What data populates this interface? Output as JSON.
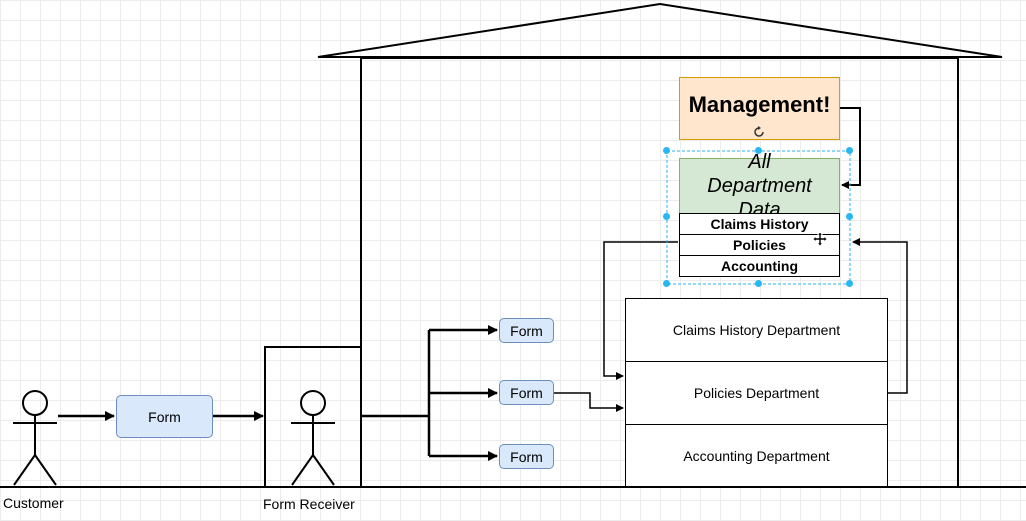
{
  "actors": {
    "customer_label": "Customer",
    "receiver_label": "Form Receiver"
  },
  "forms": {
    "customer_form": "Form",
    "top_form": "Form",
    "mid_form": "Form",
    "bottom_form": "Form"
  },
  "departments": {
    "claims": "Claims History Department",
    "policies": "Policies Department",
    "accounting": "Accounting Department"
  },
  "management": {
    "label": "Management!"
  },
  "all_data": {
    "title": "All Department Data",
    "rows": [
      "Claims History",
      "Policies",
      "Accounting"
    ]
  },
  "colors": {
    "form_fill": "#dae8fc",
    "form_stroke": "#6c8ebf",
    "management_fill": "#ffe6cc",
    "management_stroke": "#d79b00",
    "data_fill": "#d5e8d4",
    "data_stroke": "#82b366",
    "selection": "#29b6f2"
  },
  "icons": {
    "rotate": "rotate-icon",
    "move": "move-cursor-icon"
  }
}
